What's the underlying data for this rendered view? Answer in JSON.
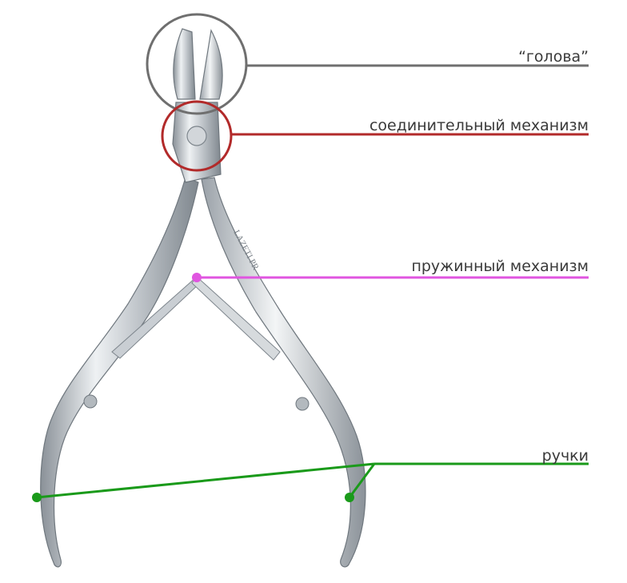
{
  "labels": {
    "head": "“голова”",
    "joint": "соединительный механизм",
    "spring": "пружинный механизм",
    "handles": "ручки"
  },
  "watermark": "LAZETI PR",
  "colors": {
    "head": "#6f6f6f",
    "joint": "#b22a2a",
    "spring": "#e055e0",
    "handles": "#1a9a1a",
    "steel_light": "#e9ecef",
    "steel_mid": "#b8bec4",
    "steel_dark": "#7d858c"
  }
}
